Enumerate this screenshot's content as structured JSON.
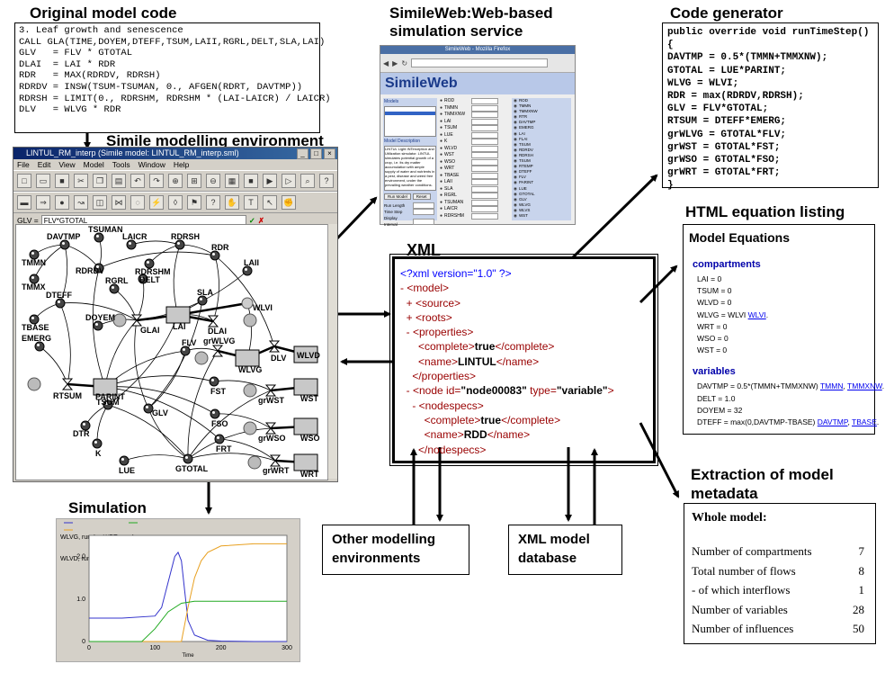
{
  "titles": {
    "original_code": "Original model code",
    "simile_env": "Simile modelling environment",
    "simileweb_line1": "SimileWeb:Web-based",
    "simileweb_line2": "simulation service",
    "code_generator": "Code generator",
    "html_listing": "HTML equation listing",
    "xml": "XML",
    "simulation": "Simulation",
    "metadata_line1": "Extraction of model",
    "metadata_line2": "metadata"
  },
  "original_code": [
    "3. Leaf growth and senescence",
    "CALL GLA(TIME,DOYEM,DTEFF,TSUM,LAII,RGRL,DELT,SLA,LAI)",
    "GLV   = FLV * GTOTAL",
    "DLAI  = LAI * RDR",
    "RDR   = MAX(RDRDV, RDRSH)",
    "RDRDV = INSW(TSUM-TSUMAN, 0., AFGEN(RDRT, DAVTMP))",
    "RDRSH = LIMIT(0., RDRSHM, RDRSHM * (LAI-LAICR) / LAICR)",
    "DLV   = WLVG * RDR"
  ],
  "generated_code": [
    "public override void runTimeStep()",
    "{",
    "DAVTMP = 0.5*(TMMN+TMMXNW);",
    "GTOTAL = LUE*PARINT;",
    "WLVG = WLVI;",
    "RDR = max(RDRDV,RDRSH);",
    "GLV = FLV*GTOTAL;",
    "RTSUM = DTEFF*EMERG;",
    "grWLVG = GTOTAL*FLV;",
    "grWST = GTOTAL*FST;",
    "grWSO = GTOTAL*FSO;",
    "grWRT = GTOTAL*FRT;",
    "}"
  ],
  "simile_window": {
    "title": "LINTUL_RM_interp (Simile model: LINTUL_RM_interp.sml)",
    "menu": [
      "File",
      "Edit",
      "View",
      "Model",
      "Tools",
      "Window",
      "Help"
    ],
    "equation_label": "GLV =",
    "equation_value": "FLV*GTOTAL",
    "nodes": [
      "TSUMAN",
      "DAVTMP",
      "LAICR",
      "RDRSH",
      "TMMN",
      "RDRSHM",
      "RDR",
      "RDRDV",
      "LAII",
      "TMMX",
      "RGRL",
      "DELT",
      "DTEFF",
      "SLA",
      "WLVI",
      "TBASE",
      "DOYEM",
      "GLAI",
      "LAI",
      "DLAI",
      "EMERG",
      "FLV",
      "grWLVG",
      "WLVG",
      "DLV",
      "WLVD",
      "RTSUM",
      "TSUM",
      "FST",
      "grWST",
      "WST",
      "PARINT",
      "GLV",
      "FSO",
      "DTR",
      "FRT",
      "grWSO",
      "WSO",
      "K",
      "LUE",
      "GTOTAL",
      "grWRT",
      "WRT"
    ]
  },
  "simileweb": {
    "window_title": "SimileWeb - Mozilla Firefox",
    "banner": "SimileWeb",
    "models_label": "Models",
    "description_label": "Model Description",
    "description_text": "LINTUL Light INTerception and Utilization simulator. LINTUL simulates potential growth of a crop, i.e. its dry matter accumulation with ample supply of water and nutrients in a pest, disease and weed free environment, under the prevailing weather conditions.",
    "buttons": [
      "Run Model",
      "Reset"
    ],
    "run_fields": [
      "Run Length",
      "Time Step",
      "Display Interval"
    ],
    "params": [
      "ROD",
      "TMMN",
      "TMMXNW",
      "LAI",
      "TSUM",
      "LUE",
      "K",
      "WLVD",
      "WST",
      "WSO",
      "WRT",
      "TBASE",
      "LAII",
      "SLA",
      "RGRL",
      "TSUMAN",
      "LAICR",
      "RDRSHM"
    ],
    "outputs": [
      "ROD",
      "TMMN",
      "TMMXNW",
      "RTR",
      "DAVTMP",
      "EMERG",
      "LAI",
      "FLAI",
      "TSUM",
      "RDRDV",
      "RDRSH",
      "TSUM",
      "RTEMP",
      "DTEFF",
      "FLV",
      "PARINT",
      "LUE",
      "GTOTAL",
      "GLV",
      "WLVG",
      "WLVS",
      "WST"
    ]
  },
  "xml_lines": [
    {
      "parts": [
        {
          "t": "<?xml version=\"1.0\" ?>",
          "c": "blue"
        }
      ]
    },
    {
      "parts": [
        {
          "t": "- ",
          "c": "red"
        },
        {
          "t": "<model>",
          "c": "red"
        }
      ]
    },
    {
      "parts": [
        {
          "t": "  + ",
          "c": "red"
        },
        {
          "t": "<source>",
          "c": "red"
        }
      ]
    },
    {
      "parts": [
        {
          "t": "  + ",
          "c": "red"
        },
        {
          "t": "<roots>",
          "c": "red"
        }
      ]
    },
    {
      "parts": [
        {
          "t": "  - ",
          "c": "red"
        },
        {
          "t": "<properties>",
          "c": "red"
        }
      ]
    },
    {
      "parts": [
        {
          "t": "      <complete>",
          "c": "red"
        },
        {
          "t": "true",
          "c": "bk"
        },
        {
          "t": "</complete>",
          "c": "red"
        }
      ]
    },
    {
      "parts": [
        {
          "t": "      <name>",
          "c": "red"
        },
        {
          "t": "LINTUL",
          "c": "bk"
        },
        {
          "t": "</name>",
          "c": "red"
        }
      ]
    },
    {
      "parts": [
        {
          "t": "    </properties>",
          "c": "red"
        }
      ]
    },
    {
      "parts": [
        {
          "t": "  - ",
          "c": "red"
        },
        {
          "t": "<node ",
          "c": "red"
        },
        {
          "t": "id=",
          "c": "red"
        },
        {
          "t": "\"node00083\"",
          "c": "bk"
        },
        {
          "t": " type=",
          "c": "red"
        },
        {
          "t": "\"variable\"",
          "c": "bk"
        },
        {
          "t": ">",
          "c": "red"
        }
      ]
    },
    {
      "parts": [
        {
          "t": "    - ",
          "c": "red"
        },
        {
          "t": "<nodespecs>",
          "c": "red"
        }
      ]
    },
    {
      "parts": [
        {
          "t": "        <complete>",
          "c": "red"
        },
        {
          "t": "true",
          "c": "bk"
        },
        {
          "t": "</complete>",
          "c": "red"
        }
      ]
    },
    {
      "parts": [
        {
          "t": "        <name>",
          "c": "red"
        },
        {
          "t": "RDD",
          "c": "bk"
        },
        {
          "t": "</name>",
          "c": "red"
        }
      ]
    },
    {
      "parts": [
        {
          "t": "      </nodespecs>",
          "c": "red"
        }
      ]
    }
  ],
  "html_listing": {
    "heading": "Model Equations",
    "sections": [
      {
        "title": "compartments",
        "rows": [
          {
            "text": "LAI = 0",
            "links": []
          },
          {
            "text": "TSUM = 0",
            "links": []
          },
          {
            "text": "WLVD = 0",
            "links": []
          },
          {
            "text": "WLVG = WLVI",
            "links": [
              "WLVI"
            ]
          },
          {
            "text": "WRT = 0",
            "links": []
          },
          {
            "text": "WSO = 0",
            "links": []
          },
          {
            "text": "WST = 0",
            "links": []
          }
        ]
      },
      {
        "title": "variables",
        "rows": [
          {
            "text": "DAVTMP = 0.5*(TMMN+TMMXNW)",
            "links": [
              "TMMN",
              "TMMXNW"
            ]
          },
          {
            "text": "DELT = 1.0",
            "links": []
          },
          {
            "text": "DOYEM = 32",
            "links": []
          },
          {
            "text": "DTEFF = max(0,DAVTMP-TBASE)",
            "links": [
              "DAVTMP",
              "TBASE"
            ]
          }
        ]
      }
    ]
  },
  "metadata": {
    "heading": "Whole model:",
    "rows": [
      {
        "label": "Number of compartments",
        "value": "7"
      },
      {
        "label": "Total number of flows",
        "value": "8"
      },
      {
        "label": "- of which interflows",
        "value": "1"
      },
      {
        "label": "Number of variables",
        "value": "28"
      },
      {
        "label": "Number of influences",
        "value": "50"
      }
    ]
  },
  "boxes": {
    "other_envs_line1": "Other modelling",
    "other_envs_line2": "environments",
    "xml_db_line1": "XML model",
    "xml_db_line2": "database"
  },
  "chart_data": {
    "type": "line",
    "xlabel": "Time",
    "ylabel": "",
    "xlim": [
      0,
      300
    ],
    "ylim": [
      0,
      2.5
    ],
    "xticks": [
      "0",
      "100",
      "200",
      "300"
    ],
    "yticks": [
      "0",
      "1.0",
      "2.0"
    ],
    "series": [
      {
        "name": "WLVG, run 1",
        "color": "#3333cc",
        "x": [
          0,
          50,
          100,
          110,
          120,
          130,
          135,
          140,
          145,
          150,
          160,
          180,
          200,
          250,
          300
        ],
        "y": [
          0.55,
          0.55,
          0.6,
          0.8,
          1.4,
          2.0,
          2.1,
          1.9,
          1.2,
          0.5,
          0.15,
          0.03,
          0.01,
          0.0,
          0.0
        ]
      },
      {
        "name": "WLVD, run 1",
        "color": "#e8a020",
        "x": [
          0,
          140,
          150,
          160,
          170,
          180,
          200,
          250,
          300
        ],
        "y": [
          0.0,
          0.0,
          0.8,
          1.5,
          1.9,
          2.1,
          2.25,
          2.3,
          2.3
        ]
      },
      {
        "name": "WRT, run 1",
        "color": "#22aa22",
        "x": [
          0,
          80,
          100,
          120,
          140,
          160,
          200,
          300
        ],
        "y": [
          0.0,
          0.0,
          0.3,
          0.7,
          0.9,
          0.95,
          0.95,
          0.95
        ]
      }
    ]
  },
  "plot_window": {
    "legend_row1": "WLVG, run 1    WRT, run 1",
    "legend_row2": "WLVD, run 1"
  }
}
